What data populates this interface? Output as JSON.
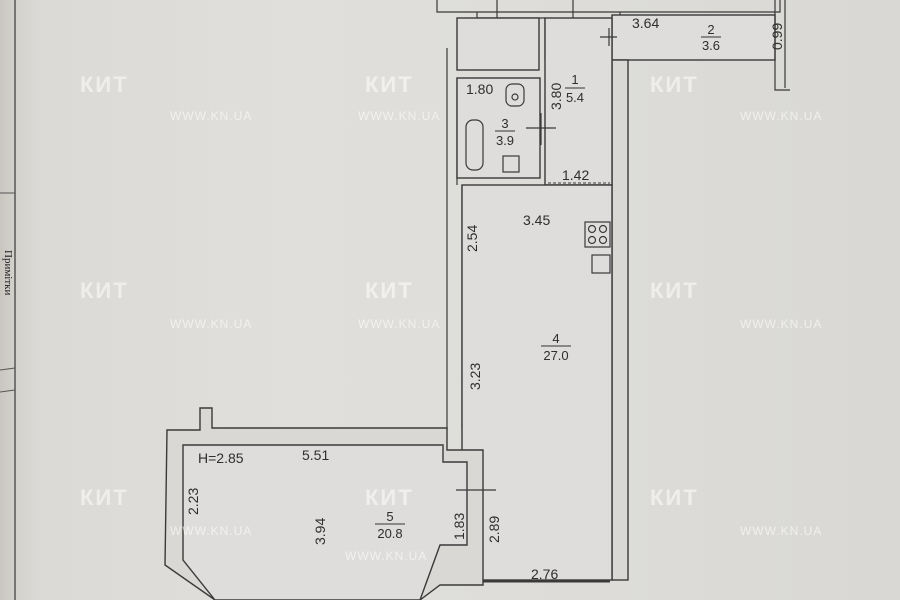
{
  "side_note": "Примітки",
  "height_label": "H=2.85",
  "rooms": [
    {
      "number": "1",
      "area": "5.4"
    },
    {
      "number": "2",
      "area": "3.6"
    },
    {
      "number": "3",
      "area": "3.9"
    },
    {
      "number": "4",
      "area": "27.0"
    },
    {
      "number": "5",
      "area": "20.8"
    }
  ],
  "dimensions": [
    "3.64",
    "0.99",
    "1.80",
    "3.80",
    "1.42",
    "3.45",
    "2.54",
    "3.23",
    "5.51",
    "2.23",
    "3.94",
    "1.83",
    "2.89",
    "2.76"
  ],
  "watermark": {
    "brand": "КИТ",
    "url": "WWW.KN.UA"
  }
}
